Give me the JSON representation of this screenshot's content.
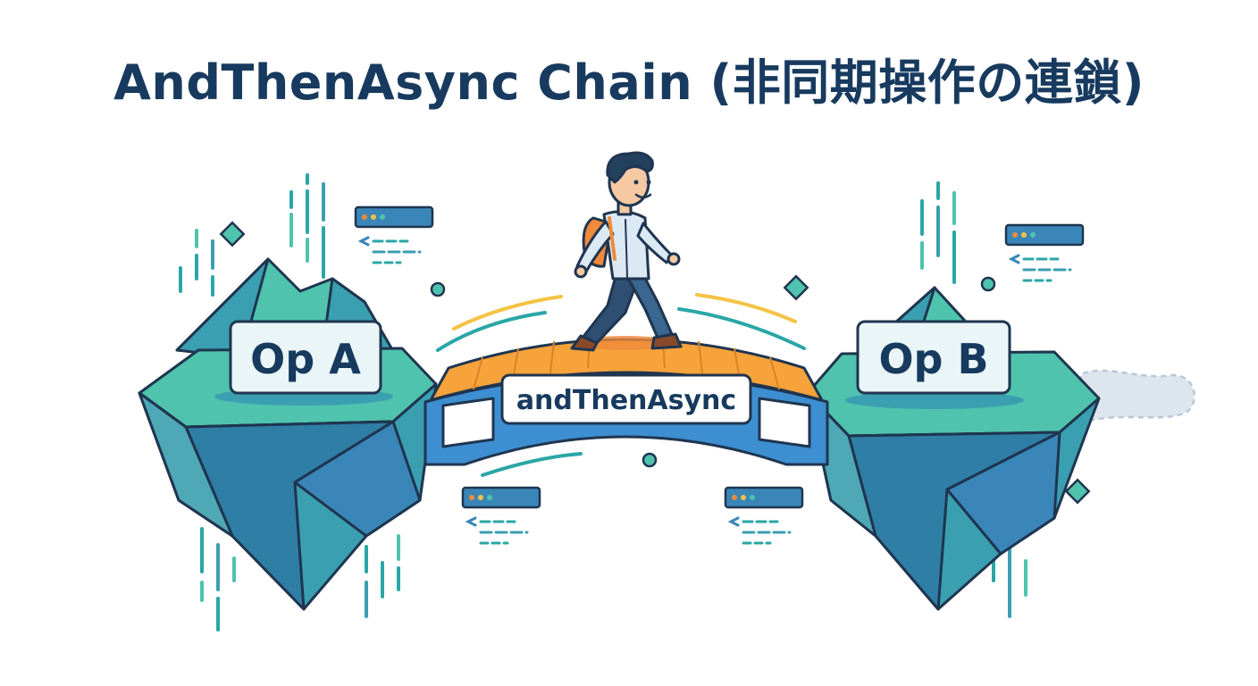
{
  "title": "AndThenAsync Chain (非同期操作の連鎖)",
  "nodes": {
    "op_a": {
      "label": "Op A"
    },
    "op_b": {
      "label": "Op B"
    }
  },
  "bridge": {
    "label": "andThenAsync"
  },
  "colors": {
    "title": "#173a5e",
    "outline": "#1f3550",
    "island_top": "#4fc3ad",
    "island_side": "#3a9fb0",
    "island_shadow": "#2f7ea6",
    "bridge_deck": "#f6a33b",
    "bridge_frame": "#3d8fd1",
    "label_fill": "#eaf5f8",
    "accent_yellow": "#f5c344",
    "accent_orange": "#ef8a3a",
    "accent_teal": "#2aa6a6"
  },
  "icons": [
    "code-window-icon",
    "diamond-icon",
    "dot-icon",
    "person-walking-icon"
  ]
}
